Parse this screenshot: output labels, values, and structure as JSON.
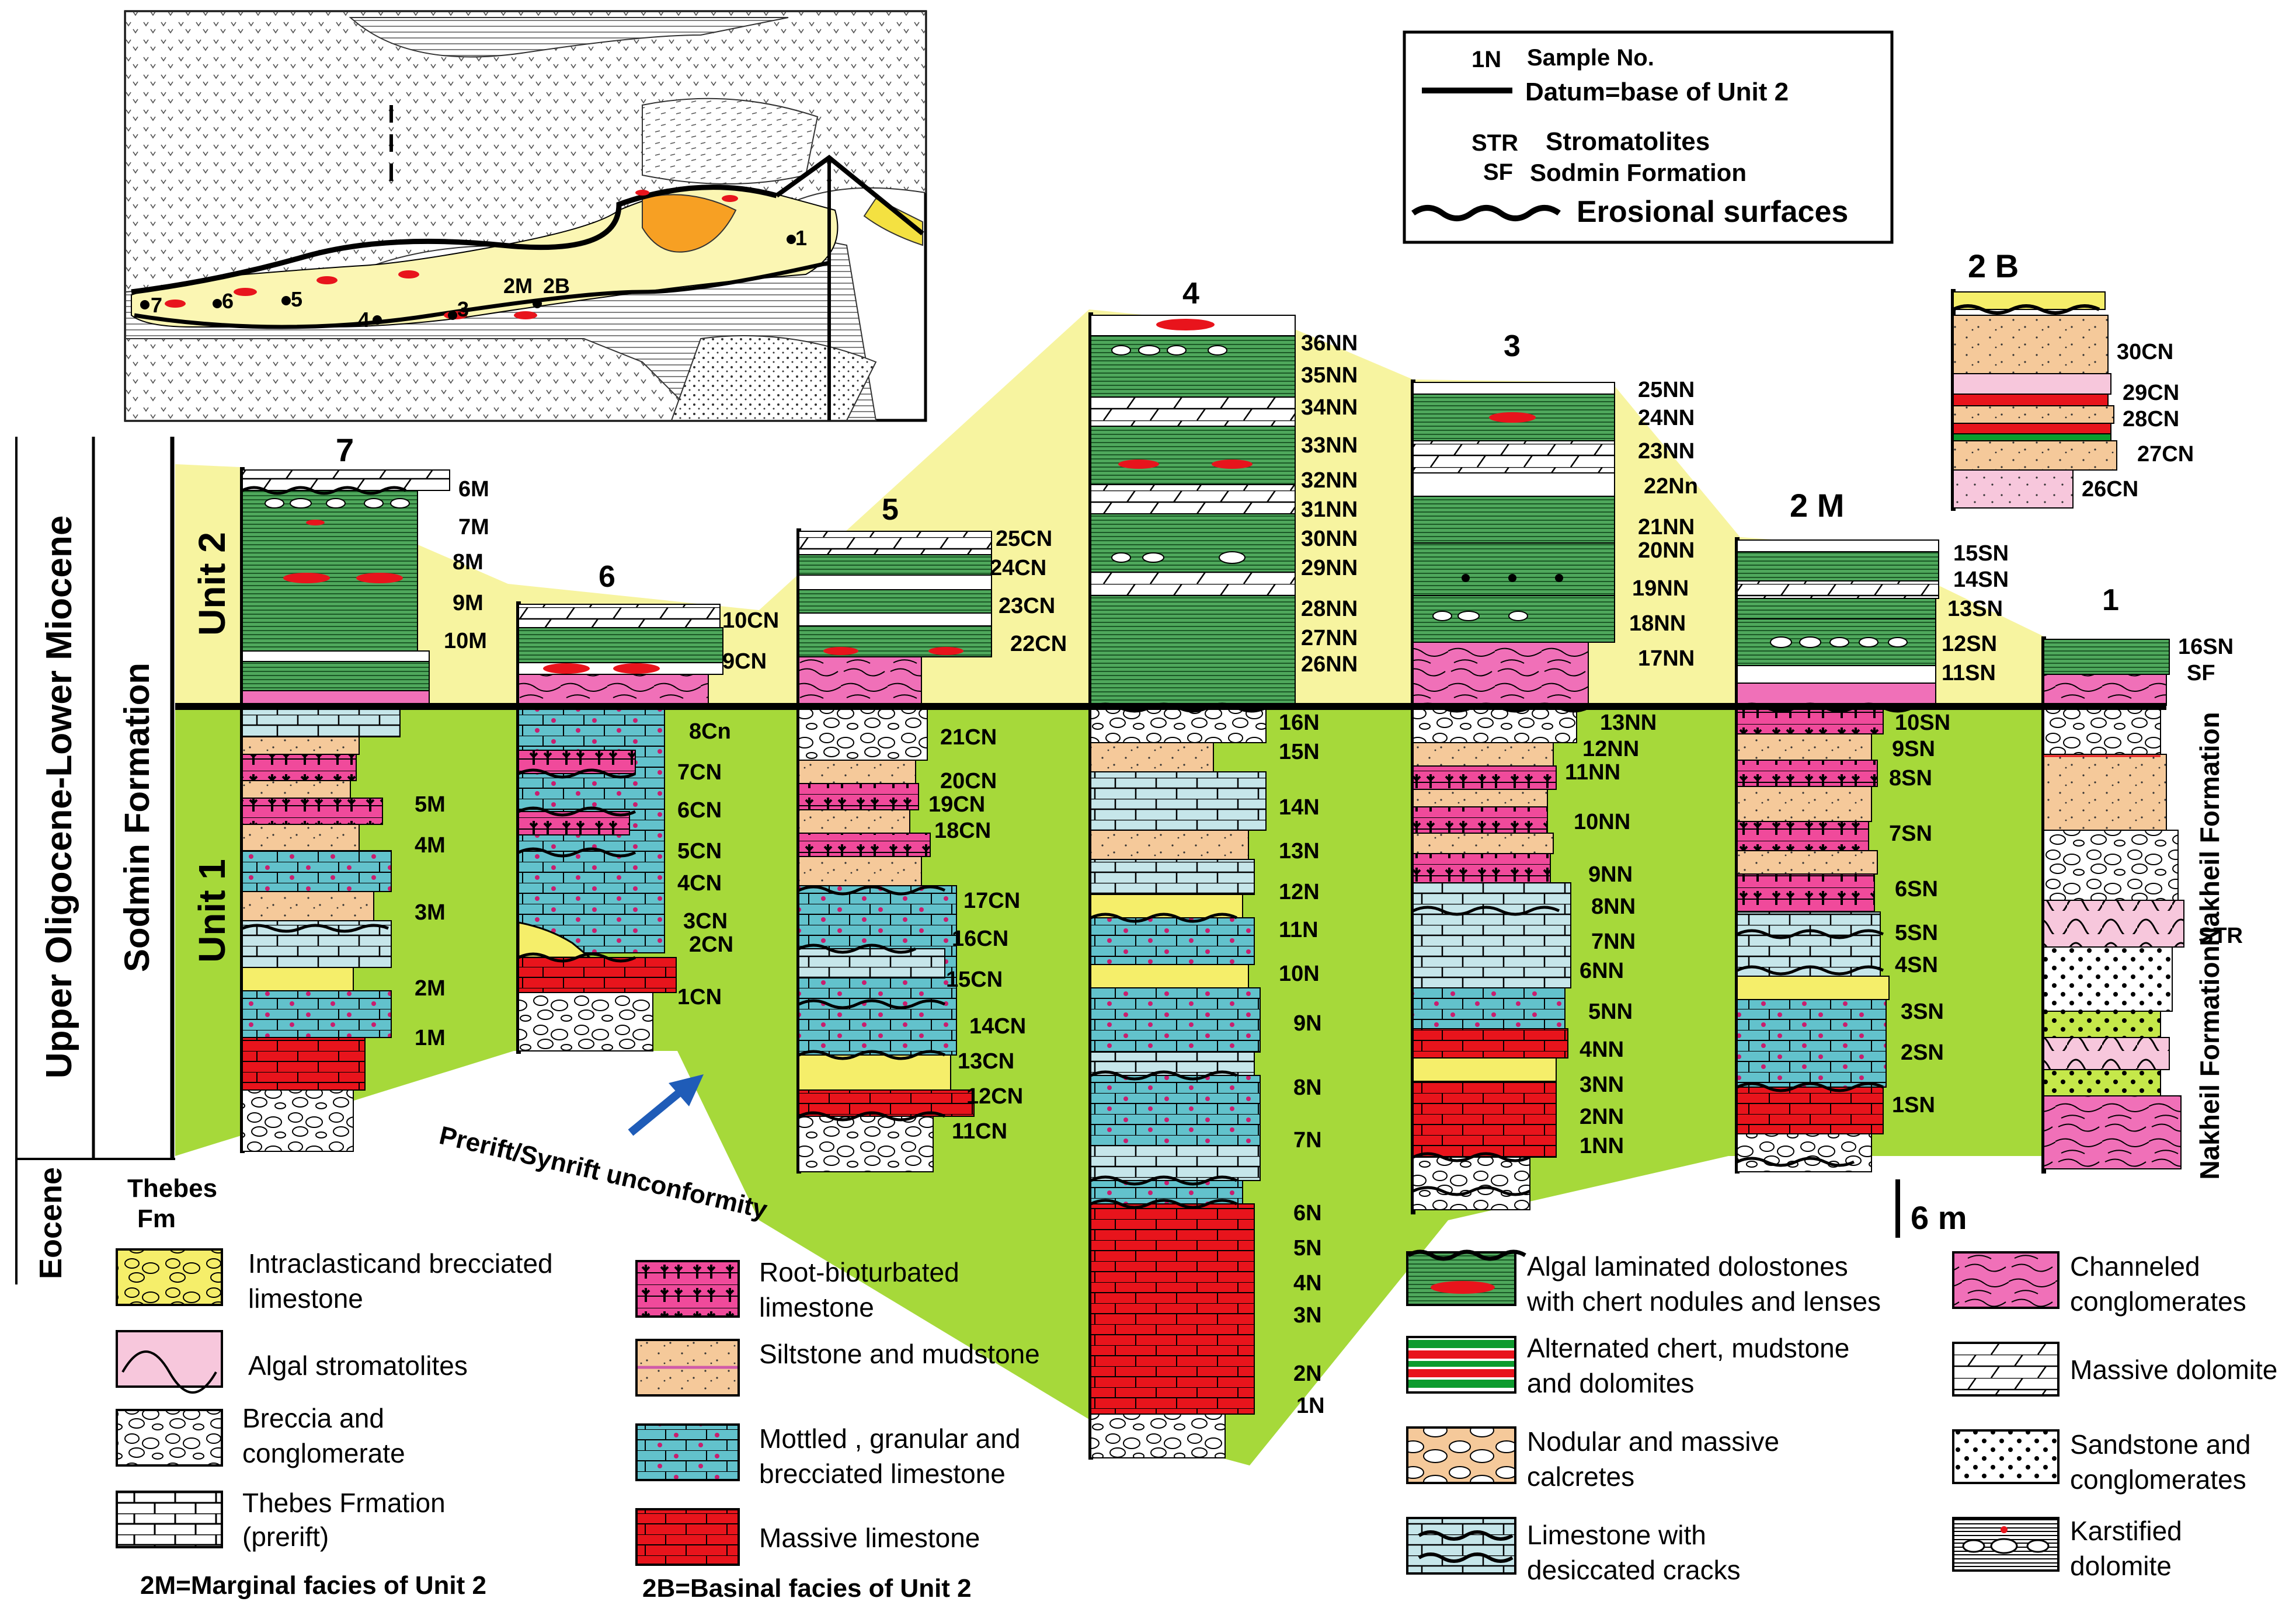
{
  "legend_box": {
    "sample_code": "1N",
    "sample_label": "Sample No.",
    "datum_label": "Datum=base of Unit 2",
    "str_code": "STR",
    "str_label": "Stromatolites",
    "sf_code": "SF",
    "sf_label": "Sodmin Formation",
    "erosional_label": "Erosional surfaces"
  },
  "colors": {
    "unit1_fill": "#a6d93a",
    "unit2_fill": "#f7f4a0",
    "algal": "#4fa85c",
    "chert_red": "#e8141c",
    "massive_limestone": "#e8141c",
    "mottled": "#62c2cc",
    "root_bioturbated": "#f04a9b",
    "siltstone": "#f5c99a",
    "intraclastic": "#f5ee6a",
    "stromatolite": "#f7c7dc",
    "channeled": "#f070b8",
    "desiccated": "#c6e6ea",
    "arrow": "#1f5cb8"
  },
  "side_labels": {
    "age_upper": "Upper Oligocene-Lower Miocene",
    "age_eocene": "Eocene",
    "formation": "Sodmin Formation",
    "unit2": "Unit 2",
    "unit1": "Unit 1",
    "thebes_line1": "Thebes",
    "thebes_line2": "Fm"
  },
  "map_labels": [
    "7",
    "6",
    "5",
    "4",
    "3",
    "2M",
    "2B",
    "1"
  ],
  "columns": [
    {
      "id": "7",
      "title": "7",
      "samples": [
        "6M",
        "7M",
        "8M",
        "9M",
        "10M",
        "5M",
        "4M",
        "3M",
        "2M",
        "1M"
      ]
    },
    {
      "id": "6",
      "title": "6",
      "samples": [
        "10CN",
        "9CN",
        "8Cn",
        "7CN",
        "6CN",
        "5CN",
        "4CN",
        "3CN",
        "2CN",
        "1CN"
      ]
    },
    {
      "id": "5",
      "title": "5",
      "samples": [
        "25CN",
        "24CN",
        "23CN",
        "22CN",
        "21CN",
        "20CN",
        "19CN",
        "18CN",
        "17CN",
        "16CN",
        "15CN",
        "14CN",
        "13CN",
        "12CN",
        "11CN"
      ]
    },
    {
      "id": "4",
      "title": "4",
      "samples": [
        "36NN",
        "35NN",
        "34NN",
        "33NN",
        "32NN",
        "31NN",
        "30NN",
        "29NN",
        "28NN",
        "27NN",
        "26NN",
        "16N",
        "15N",
        "14N",
        "13N",
        "12N",
        "11N",
        "10N",
        "9N",
        "8N",
        "7N",
        "6N",
        "5N",
        "4N",
        "3N",
        "2N",
        "1N"
      ]
    },
    {
      "id": "3",
      "title": "3",
      "samples": [
        "25NN",
        "24NN",
        "23NN",
        "22Nn",
        "21NN",
        "20NN",
        "19NN",
        "18NN",
        "17NN",
        "13NN",
        "12NN",
        "11NN",
        "10NN",
        "9NN",
        "8NN",
        "7NN",
        "6NN",
        "5NN",
        "4NN",
        "3NN",
        "2NN",
        "1NN"
      ]
    },
    {
      "id": "2M",
      "title": "2 M",
      "samples": [
        "15SN",
        "14SN",
        "13SN",
        "12SN",
        "11SN",
        "10SN",
        "9SN",
        "8SN",
        "7SN",
        "6SN",
        "5SN",
        "4SN",
        "3SN",
        "2SN",
        "1SN"
      ]
    },
    {
      "id": "2B",
      "title": "2 B",
      "samples": [
        "30CN",
        "29CN",
        "28CN",
        "27CN",
        "26CN"
      ]
    },
    {
      "id": "1",
      "title": "1",
      "samples": [
        "16SN",
        "SF",
        "STR"
      ],
      "formation_upper": "Nakheil Formation",
      "formation_lower": "Nakheil Formation"
    }
  ],
  "annotations": {
    "unconformity": "Prerift/Synrift unconformity",
    "scale": "6 m"
  },
  "legend_items": [
    {
      "key": "intraclastic",
      "lines": [
        "Intraclasticand brecciated",
        "limestone"
      ]
    },
    {
      "key": "stromatolites",
      "lines": [
        "Algal stromatolites"
      ]
    },
    {
      "key": "breccia",
      "lines": [
        "Breccia and",
        "conglomerate"
      ]
    },
    {
      "key": "thebes",
      "lines": [
        "Thebes Frmation",
        "(prerift)"
      ]
    },
    {
      "key": "root",
      "lines": [
        "Root-bioturbated",
        "limestone"
      ]
    },
    {
      "key": "siltstone",
      "lines": [
        "Siltstone and mudstone"
      ]
    },
    {
      "key": "mottled",
      "lines": [
        "Mottled , granular and",
        "brecciated limestone"
      ]
    },
    {
      "key": "massive_ls",
      "lines": [
        "Massive limestone"
      ]
    },
    {
      "key": "algal",
      "lines": [
        "Algal laminated dolostones",
        "with chert nodules and lenses"
      ]
    },
    {
      "key": "alternated",
      "lines": [
        "Alternated chert, mudstone",
        " and dolomites"
      ]
    },
    {
      "key": "calcretes",
      "lines": [
        "Nodular and massive",
        "calcretes"
      ]
    },
    {
      "key": "desiccated",
      "lines": [
        "Limestone with",
        "desiccated cracks"
      ]
    },
    {
      "key": "channeled",
      "lines": [
        "Channeled",
        "conglomerates"
      ]
    },
    {
      "key": "massive_dol",
      "lines": [
        "Massive dolomite"
      ]
    },
    {
      "key": "sandstone",
      "lines": [
        "Sandstone and",
        "conglomerates"
      ]
    },
    {
      "key": "karst",
      "lines": [
        "Karstified",
        "dolomite"
      ]
    }
  ],
  "footnotes": {
    "marginal": "2M=Marginal facies of Unit 2",
    "basinal": "2B=Basinal facies of Unit 2"
  }
}
